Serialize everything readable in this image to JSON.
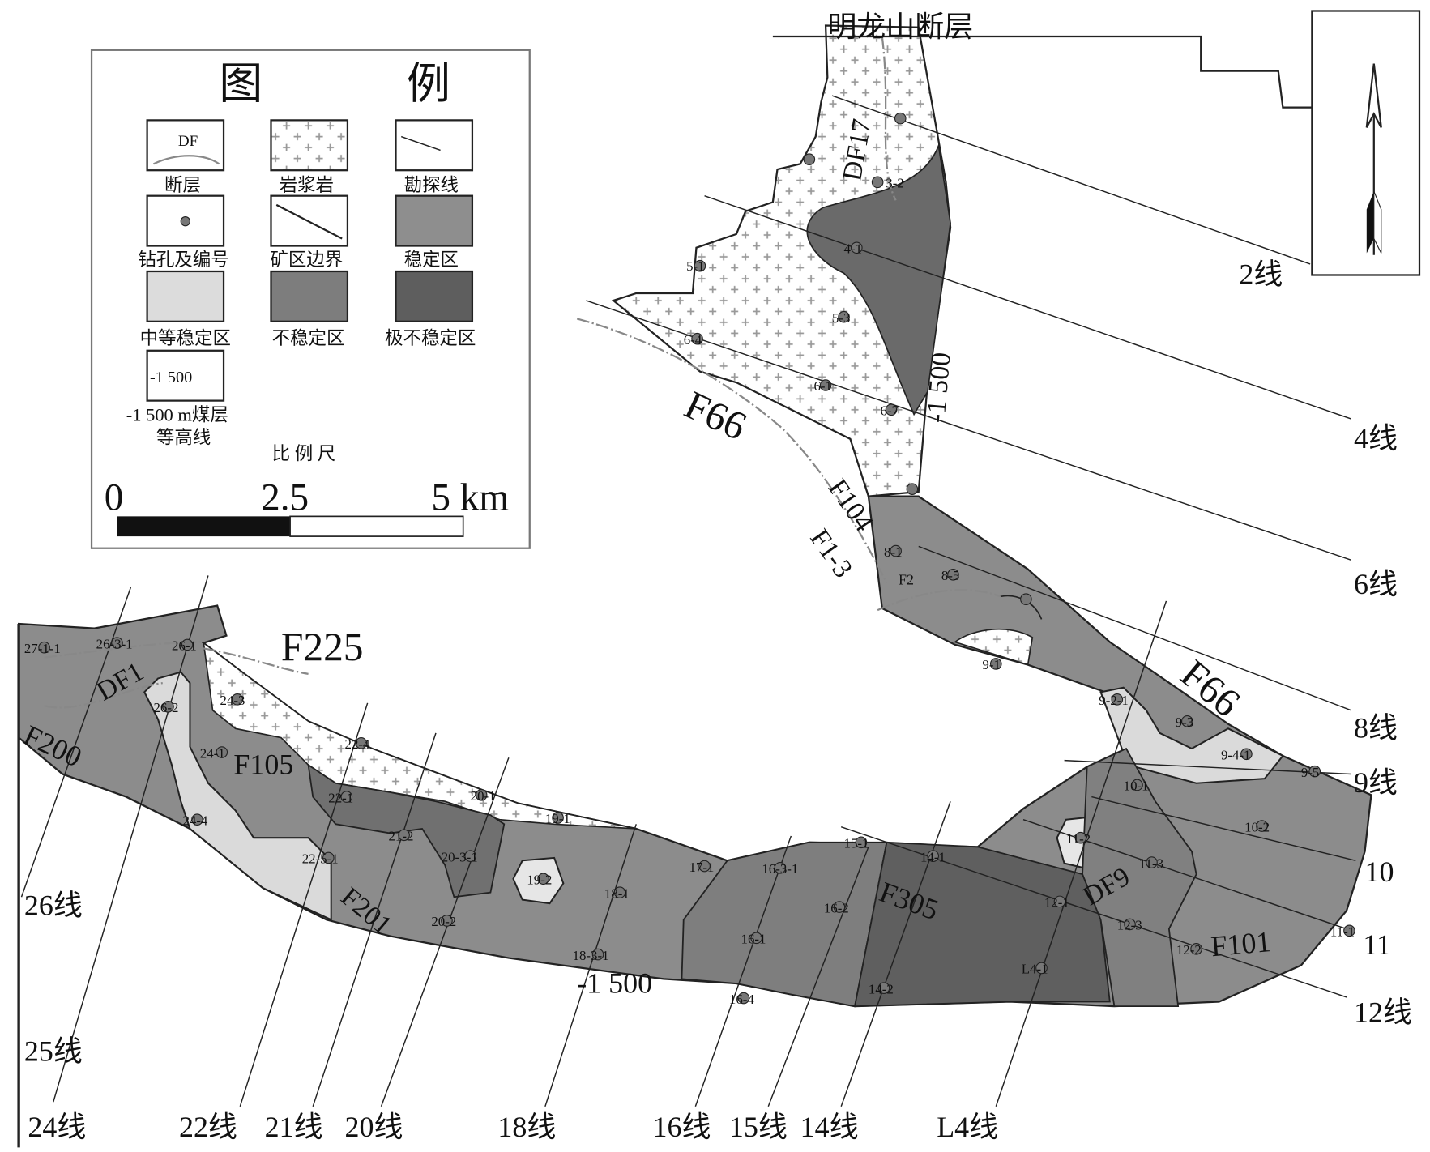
{
  "legend": {
    "title_left": "图",
    "title_right": "例",
    "items": [
      {
        "label": "断层",
        "glyph": "DF"
      },
      {
        "label": "岩浆岩"
      },
      {
        "label": "勘探线"
      },
      {
        "label": "钻孔及编号"
      },
      {
        "label": "矿区边界"
      },
      {
        "label": "稳定区"
      },
      {
        "label": "中等稳定区"
      },
      {
        "label": "不稳定区"
      },
      {
        "label": "极不稳定区"
      },
      {
        "label_line1": "-1 500 m煤层",
        "label_line2": "等高线",
        "glyph": "-1 500"
      }
    ],
    "scale_title": "比 例 尺",
    "scale_ticks": [
      "0",
      "2.5",
      "5 km"
    ]
  },
  "colors": {
    "stable": "#8e8e8e",
    "moderate": "#dcdcdc",
    "unstable": "#7d7d7d",
    "very_unstable": "#5e5e5e",
    "magma": "#ffffff"
  },
  "faults": [
    "明龙山断层",
    "DF17",
    "F66",
    "F104",
    "F1-3",
    "F2",
    "F66",
    "F225",
    "DF1",
    "F200",
    "F105",
    "F201",
    "F305",
    "DF9",
    "F101"
  ],
  "contour_labels": [
    "-1 500",
    "-1 500"
  ],
  "survey_lines": [
    "2线",
    "4线",
    "6线",
    "8线",
    "9线",
    "10",
    "11",
    "12线",
    "26线",
    "25线",
    "24线",
    "22线",
    "21线",
    "20线",
    "18线",
    "16线",
    "15线",
    "14线",
    "L4线"
  ],
  "boreholes": [
    "3-2",
    "4-1",
    "5-1",
    "5-3",
    "6-4",
    "6-1",
    "6-7",
    "8-1",
    "8-5",
    "9-1",
    "9-2-1",
    "9-3",
    "9-4-1",
    "9-5",
    "10-1",
    "10-2",
    "11-2",
    "11-3",
    "12-1",
    "12-3",
    "12-2",
    "11-1",
    "L4-1",
    "14-1",
    "14-2",
    "15-1",
    "16-2",
    "16-1",
    "16-3-1",
    "16-4",
    "17-1",
    "18-1",
    "18-3-1",
    "19-1",
    "19-2",
    "20-1",
    "20-3-1",
    "20-2",
    "21-2",
    "22-1",
    "22-4",
    "22-5-1",
    "24-1",
    "24-3",
    "24-4",
    "26-1",
    "26-2",
    "26-3-1",
    "27-1-1"
  ]
}
